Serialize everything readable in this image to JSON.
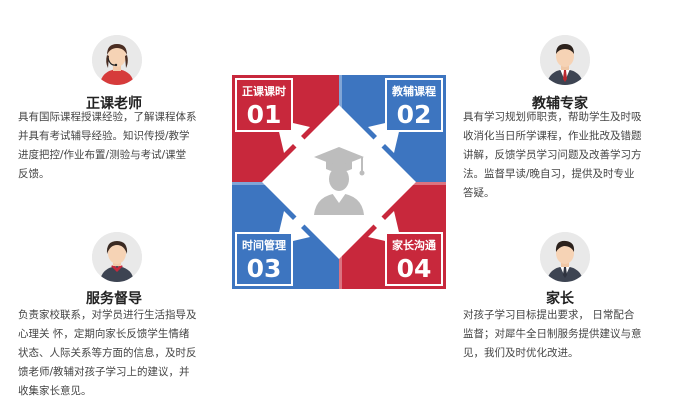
{
  "colors": {
    "red": "#c8283c",
    "blue": "#3d75c0",
    "arrow": "#ffffff",
    "diamond": "#ffffff",
    "graduate_icon": "#bdbdbd"
  },
  "center_icon": "graduate-icon",
  "roles": {
    "teacher": {
      "avatar_icon": "female-headset-avatar",
      "title": "正课老师",
      "lines": [
        "具有国际课程授课经验，了解课程体系",
        "并具有考试辅导经验。知识传授/教学",
        "进度把控/作业布置/测验与考试/课堂",
        "反馈。"
      ]
    },
    "tutor": {
      "avatar_icon": "male-suit-avatar",
      "title": "教辅专家",
      "lines": [
        "具有学习规划师职责，帮助学生及时吸",
        "收消化当日所学课程，作业批改及错题",
        "讲解，反馈学员学习问题及改善学习方",
        "法。监督早读/晚自习，提供及时专业",
        "答疑。"
      ]
    },
    "supervisor": {
      "avatar_icon": "female-scarf-avatar",
      "title": "服务督导",
      "lines": [
        "负责家校联系，对学员进行生活指导及",
        "心理关 怀，定期向家长反馈学生情绪",
        "状态、人际关系等方面的信息，及时反",
        "馈老师/教辅对孩子学习上的建议，并",
        "收集家长意见。"
      ]
    },
    "parent": {
      "avatar_icon": "male-parent-avatar",
      "title": "家长",
      "lines": [
        "对孩子学习目标提出要求， 日常配合",
        "监督；对犀牛全日制服务提供建议与意",
        "见，我们及时优化改进。"
      ]
    }
  },
  "tiles": [
    {
      "label": "正课课时",
      "number": "01"
    },
    {
      "label": "教辅课程",
      "number": "02"
    },
    {
      "label": "时间管理",
      "number": "03"
    },
    {
      "label": "家长沟通",
      "number": "04"
    }
  ]
}
